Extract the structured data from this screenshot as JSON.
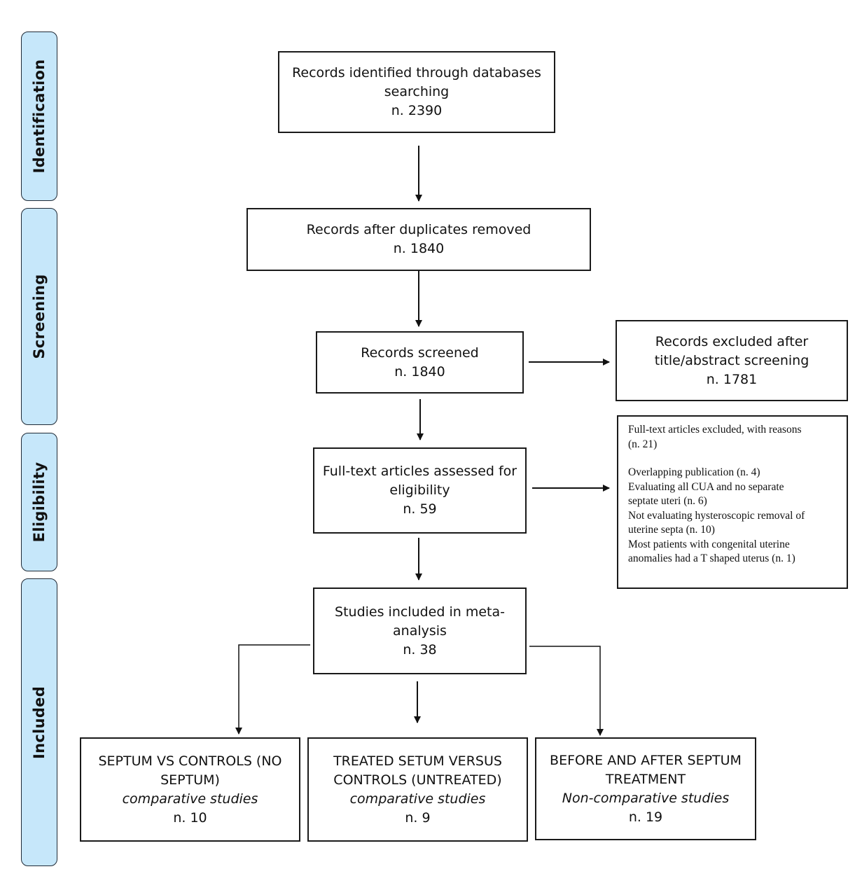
{
  "phases": {
    "identification": "Identification",
    "screening": "Screening",
    "eligibility": "Eligibility",
    "included": "Included"
  },
  "identified": {
    "line1": "Records identified through databases",
    "line2": "searching",
    "count": "n. 2390"
  },
  "deduplicated": {
    "line1": "Records after duplicates removed",
    "count": "n. 1840"
  },
  "screened": {
    "line1": "Records screened",
    "count": "n. 1840"
  },
  "excluded_screening": {
    "line1": "Records excluded after",
    "line2": "title/abstract screening",
    "count": "n. 1781"
  },
  "fulltext": {
    "line1": "Full-text articles assessed for",
    "line2": "eligibility",
    "count": "n. 59"
  },
  "excluded_fulltext": {
    "heading1": "Full-text articles excluded, with reasons",
    "heading2": "(n. 21)",
    "reason1": "Overlapping publication (n. 4)",
    "reason2a": "Evaluating all CUA and no separate",
    "reason2b": "septate uteri (n. 6)",
    "reason3a": "Not evaluating hysteroscopic removal of",
    "reason3b": "uterine septa (n. 10)",
    "reason4a": "Most patients with congenital uterine",
    "reason4b": "anomalies had a T shaped uterus (n. 1)"
  },
  "included": {
    "line1": "Studies included in meta-",
    "line2": "analysis",
    "count": "n. 38"
  },
  "groups": [
    {
      "line1": "SEPTUM VS CONTROLS (NO",
      "line2": "SEPTUM)",
      "type": "comparative studies",
      "count": "n. 10"
    },
    {
      "line1": "TREATED SETUM VERSUS",
      "line2": "CONTROLS (UNTREATED)",
      "type": "comparative studies",
      "count": "n. 9"
    },
    {
      "line1": "BEFORE AND AFTER SEPTUM",
      "line2": "TREATMENT",
      "type": "Non-comparative studies",
      "count": "n. 19"
    }
  ],
  "colors": {
    "phase_fill": "#c6e7fa",
    "border": "#1a1a1a"
  }
}
